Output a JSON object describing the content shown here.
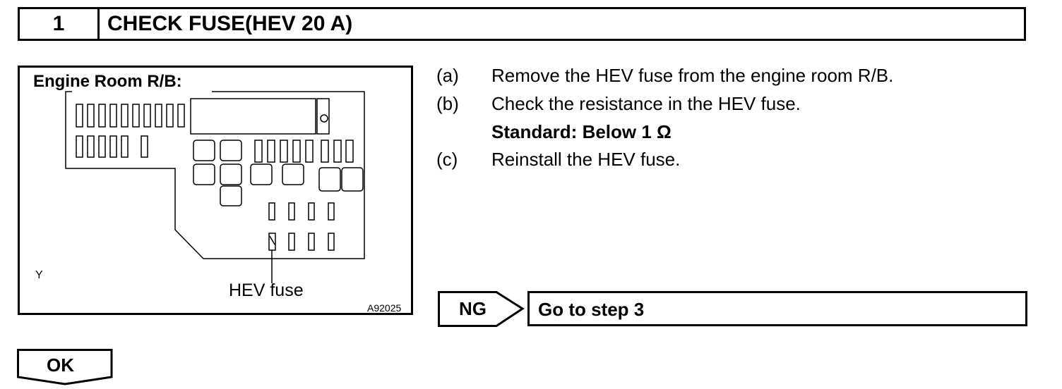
{
  "step": {
    "number": "1",
    "title": "CHECK FUSE(HEV 20 A)"
  },
  "figure": {
    "title": "Engine Room R/B:",
    "callout": "HEV fuse",
    "corner_mark": "Y",
    "code": "A92025"
  },
  "instructions": [
    {
      "letter": "(a)",
      "text": "Remove the HEV fuse from the engine room R/B."
    },
    {
      "letter": "(b)",
      "text": "Check the resistance in the HEV fuse."
    },
    {
      "letter": "(c)",
      "text": "Reinstall the HEV fuse."
    }
  ],
  "standard": "Standard: Below 1 Ω",
  "result_ng": {
    "label": "NG",
    "action": "Go to step 3"
  },
  "result_ok": {
    "label": "OK"
  }
}
